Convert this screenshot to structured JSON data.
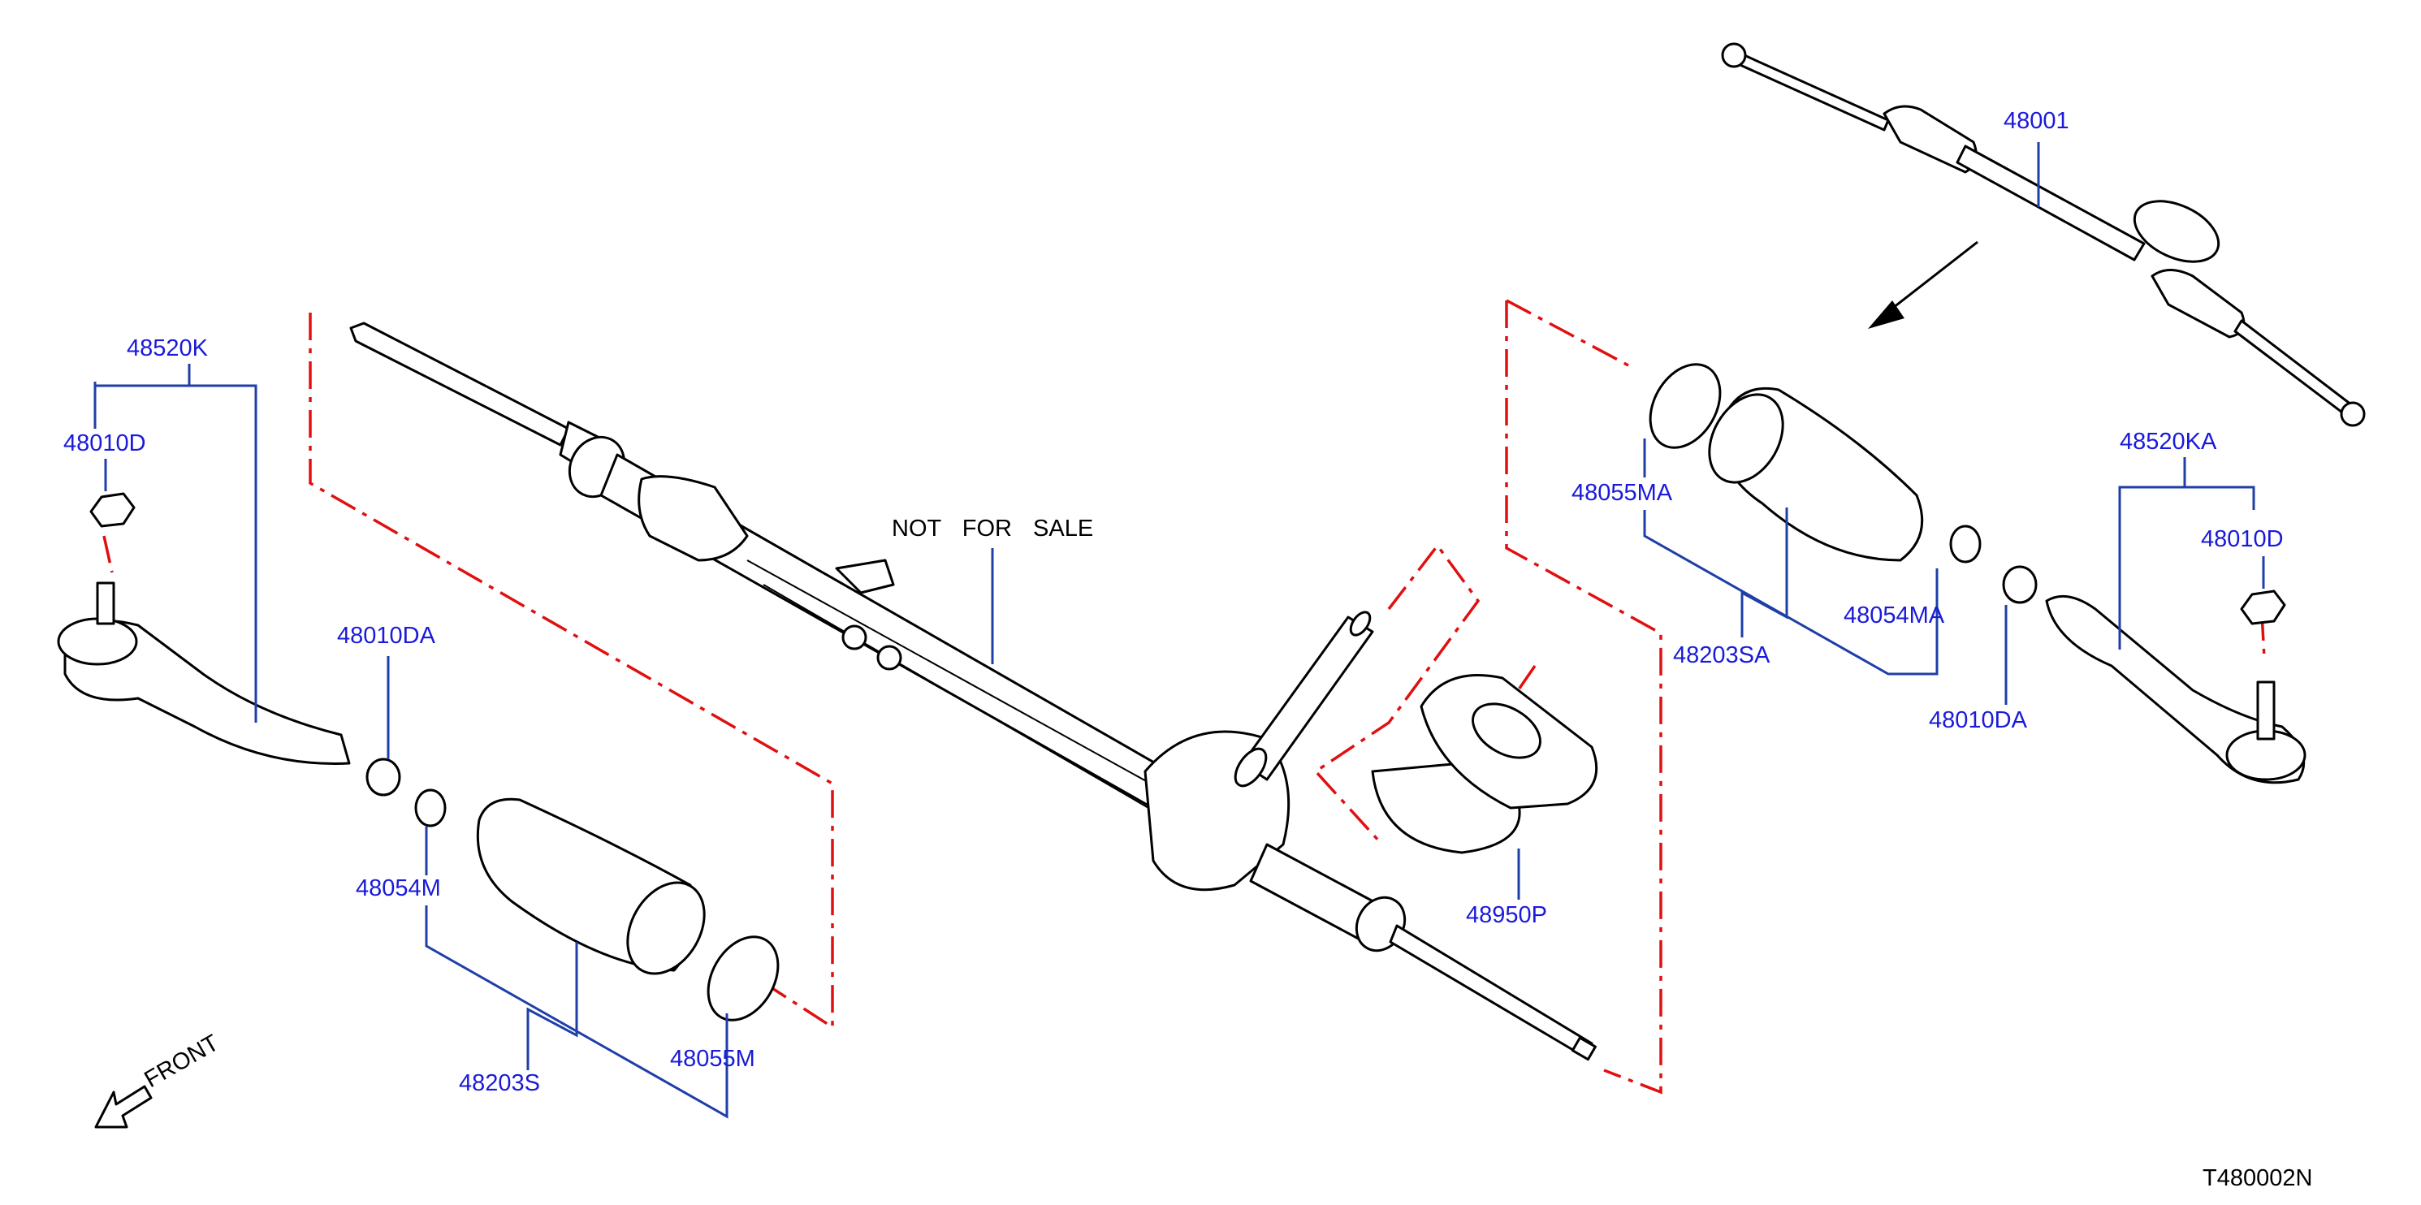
{
  "diagram": {
    "front_label": "FRONT",
    "center_note": "NOT FOR SALE",
    "figure_code": "T480002N",
    "colors": {
      "part_label": "#1a1adb",
      "leader_line": "#1f3fa8",
      "phantom_line": "#e01010",
      "line_art": "#000000",
      "background": "#ffffff"
    },
    "parts": [
      {
        "key": "p48520K",
        "label": "48520K"
      },
      {
        "key": "p48010D_left",
        "label": "48010D"
      },
      {
        "key": "p48010DA_left",
        "label": "48010DA"
      },
      {
        "key": "p48054M",
        "label": "48054M"
      },
      {
        "key": "p48203S",
        "label": "48203S"
      },
      {
        "key": "p48055M",
        "label": "48055M"
      },
      {
        "key": "p48950P",
        "label": "48950P"
      },
      {
        "key": "p48001",
        "label": "48001"
      },
      {
        "key": "p48055MA",
        "label": "48055MA"
      },
      {
        "key": "p48203SA",
        "label": "48203SA"
      },
      {
        "key": "p48054MA",
        "label": "48054MA"
      },
      {
        "key": "p48010DA_right",
        "label": "48010DA"
      },
      {
        "key": "p48520KA",
        "label": "48520KA"
      },
      {
        "key": "p48010D_right",
        "label": "48010D"
      }
    ]
  }
}
